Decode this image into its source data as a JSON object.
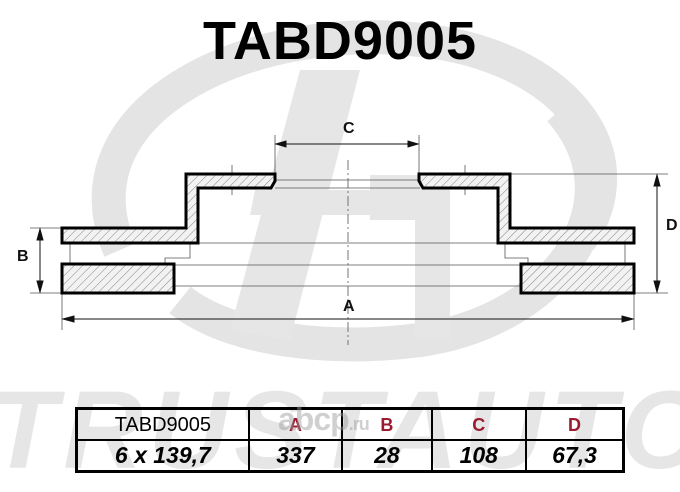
{
  "title": "TABD9005",
  "watermarks": {
    "brand_text": "TRUSTAUTO",
    "site_text": "abcp",
    "site_suffix": ".ru"
  },
  "drawing": {
    "labels": {
      "A": "A",
      "B": "B",
      "C": "C",
      "D": "D"
    },
    "colors": {
      "outline": "#000000",
      "hatch": "#555555",
      "section_fill": "#f0f0f0",
      "dimension": "#111111"
    }
  },
  "spec_table": {
    "header": {
      "part_number": "TABD9005",
      "A": "A",
      "B": "B",
      "C": "C",
      "D": "D"
    },
    "values": {
      "bolt_pattern": "6 x 139,7",
      "A": "337",
      "B": "28",
      "C": "108",
      "D": "67,3"
    },
    "header_letter_color": "#9b1b30"
  }
}
